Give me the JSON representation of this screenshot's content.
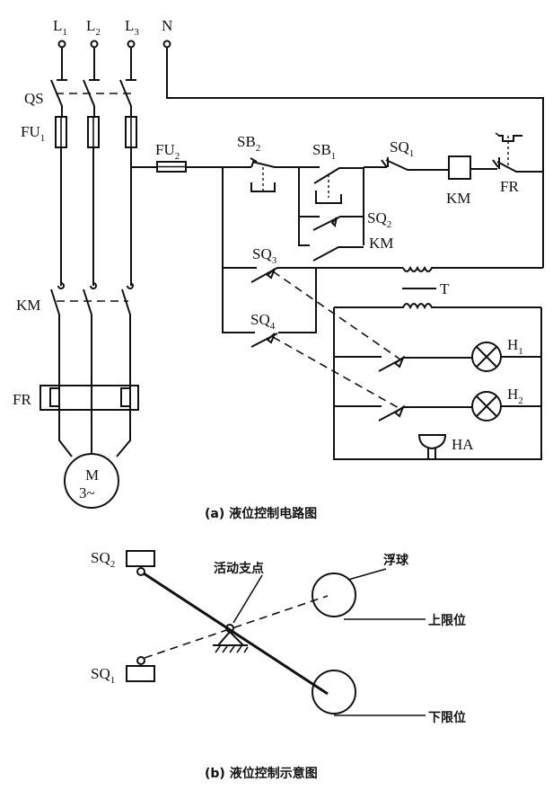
{
  "figure_a": {
    "caption": "(a) 液位控制电路图",
    "terminals": {
      "L1": "L",
      "L1_sub": "1",
      "L2": "L",
      "L2_sub": "2",
      "L3": "L",
      "L3_sub": "3",
      "N": "N"
    },
    "labels": {
      "QS": "QS",
      "FU1": "FU",
      "FU1_sub": "1",
      "FU2": "FU",
      "FU2_sub": "2",
      "KM_main": "KM",
      "FR_main": "FR",
      "motor_line1": "M",
      "motor_line2": "3~",
      "SB2": "SB",
      "SB2_sub": "2",
      "SB1": "SB",
      "SB1_sub": "1",
      "SQ1": "SQ",
      "SQ1_sub": "1",
      "KM_coil": "KM",
      "FR_contact": "FR",
      "SQ2": "SQ",
      "SQ2_sub": "2",
      "KM_aux": "KM",
      "SQ3": "SQ",
      "SQ3_sub": "3",
      "SQ4": "SQ",
      "SQ4_sub": "4",
      "T": "T",
      "H1": "H",
      "H1_sub": "1",
      "H2": "H",
      "H2_sub": "2",
      "HA": "HA"
    }
  },
  "figure_b": {
    "caption": "(b) 液位控制示意图",
    "labels": {
      "SQ2": "SQ",
      "SQ2_sub": "2",
      "SQ1": "SQ",
      "SQ1_sub": "1",
      "pivot": "活动支点",
      "float": "浮球",
      "upper_limit": "上限位",
      "lower_limit": "下限位"
    }
  }
}
